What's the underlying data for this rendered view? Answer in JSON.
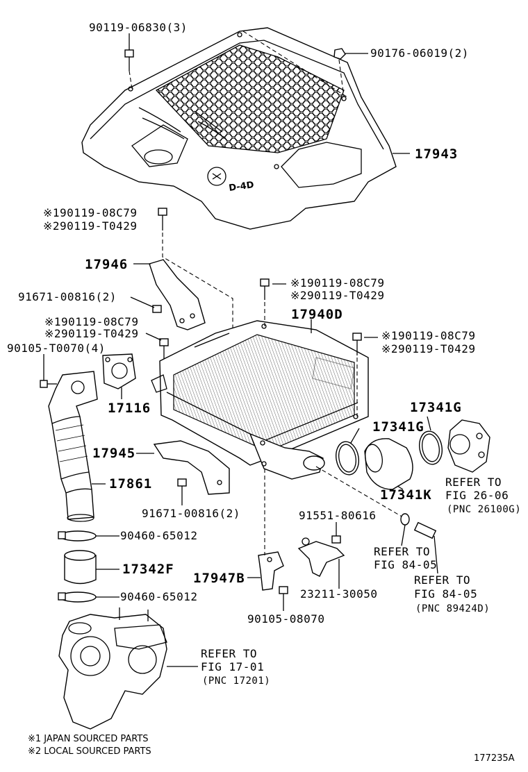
{
  "labels": {
    "p90119_06830": "90119-06830(3)",
    "p90176_06019": "90176-06019(2)",
    "p17943": "17943",
    "bolt1_a": "※190119-08C79",
    "bolt1_b": "※290119-T0429",
    "p17946": "17946",
    "p91671_top": "91671-00816(2)",
    "bolt2_a": "※190119-08C79",
    "bolt2_b": "※290119-T0429",
    "p90105_t0070": "90105-T0070(4)",
    "bolt3_a": "※190119-08C79",
    "bolt3_b": "※290119-T0429",
    "p17940d": "17940D",
    "bolt4_a": "※190119-08C79",
    "bolt4_b": "※290119-T0429",
    "p17116": "17116",
    "p17341g_a": "17341G",
    "p17341g_b": "17341G",
    "p17945": "17945",
    "p17861": "17861",
    "p17341k": "17341K",
    "refer_26_a": "REFER TO",
    "refer_26_b": "FIG 26-06",
    "refer_26_c": "(PNC 26100G)",
    "p91671_bot": "91671-00816(2)",
    "p91551": "91551-80616",
    "p90460_a": "90460-65012",
    "refer_84a_a": "REFER TO",
    "refer_84a_b": "FIG 84-05",
    "p17342f": "17342F",
    "refer_84b_a": "REFER TO",
    "refer_84b_b": "FIG 84-05",
    "refer_84b_c": "(PNC 89424D)",
    "p17947b": "17947B",
    "p23211": "23211-30050",
    "p90460_b": "90460-65012",
    "p90105_08070": "90105-08070",
    "refer_17_a": "REFER TO",
    "refer_17_b": "FIG 17-01",
    "refer_17_c": "(PNC 17201)"
  },
  "cover_logo": "D-4D",
  "notes": {
    "n1": "※1 JAPAN SOURCED PARTS",
    "n2": "※2 LOCAL SOURCED PARTS"
  },
  "figure_id": "177235A"
}
